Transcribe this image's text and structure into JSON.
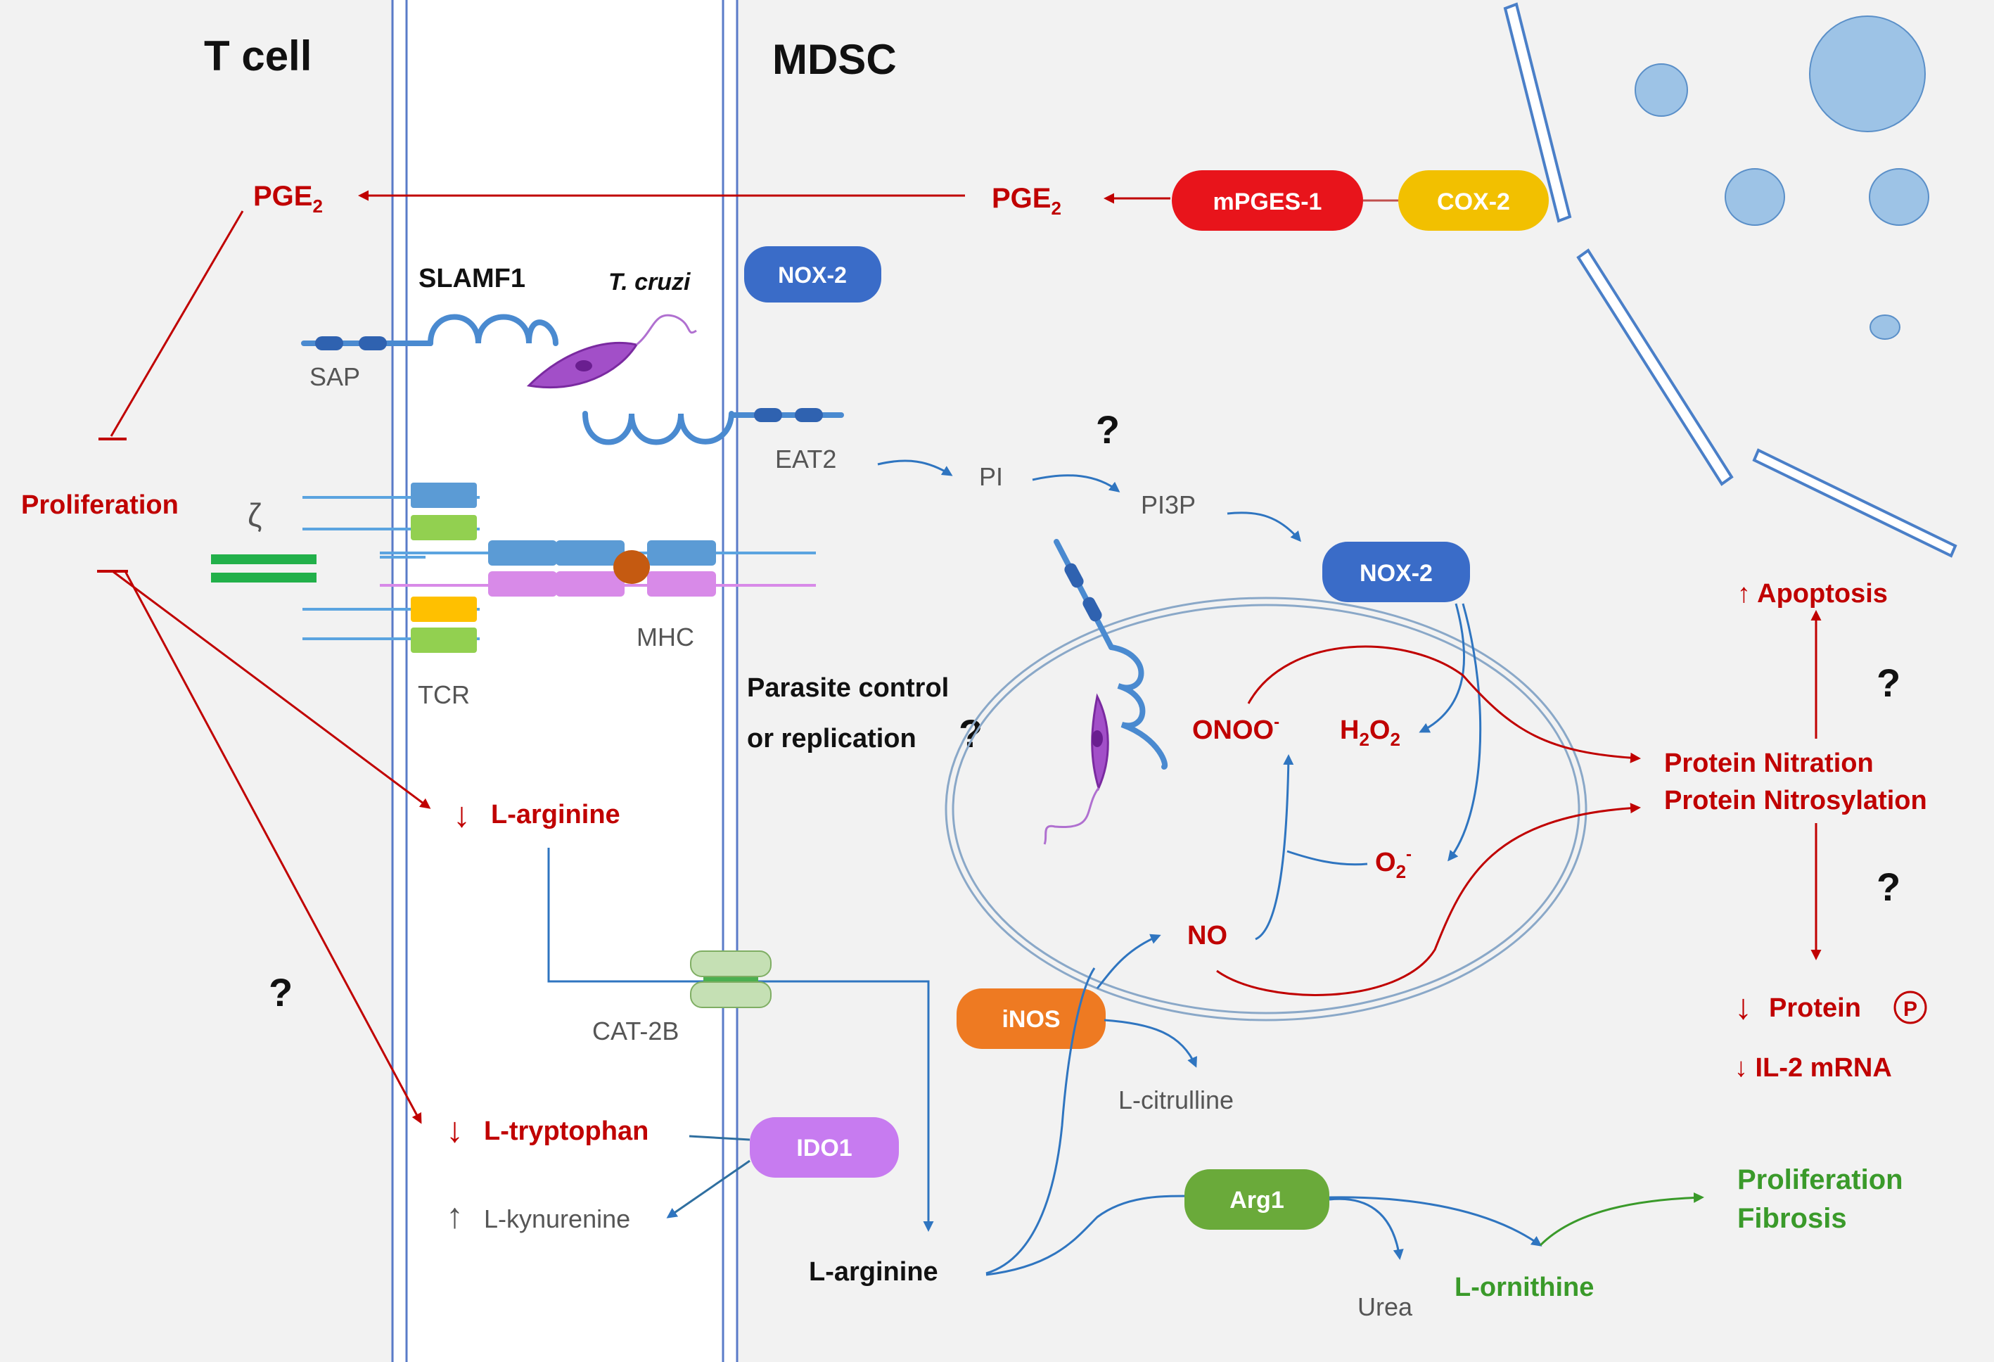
{
  "labels": {
    "t_cell": "T cell",
    "mdsc": "MDSC",
    "pge2_left": "PGE",
    "pge2_right": "PGE",
    "pge_sub": "2",
    "mpges1": "mPGES-1",
    "cox2": "COX-2",
    "nox2_top": "NOX-2",
    "nox2_mid": "NOX-2",
    "slamf1": "SLAMF1",
    "t_cruzi": "T. cruzi",
    "sap": "SAP",
    "eat2": "EAT2",
    "pi": "PI",
    "pi3p": "PI3P",
    "question": "?",
    "proliferation": "Proliferation",
    "zeta": "ζ",
    "mhc": "MHC",
    "tcr": "TCR",
    "parasite_control_1": "Parasite control",
    "parasite_control_2": "or replication",
    "onoo": "ONOO",
    "onoo_sup": "-",
    "h2o2_h": "H",
    "h2o2_2a": "2",
    "h2o2_o": "O",
    "h2o2_2b": "2",
    "o2_o": "O",
    "o2_sub": "2",
    "o2_sup": "-",
    "no": "NO",
    "apoptosis": "↑ Apoptosis",
    "protein_nitration": "Protein Nitration",
    "protein_nitrosylation": "Protein Nitrosylation",
    "down_arrow": "↓",
    "up_arrow": "↑",
    "l_arginine_tcell": "L-arginine",
    "cat2b": "CAT-2B",
    "inos": "iNOS",
    "l_citrulline": "L-citrulline",
    "protein_p": "Protein",
    "p_circle": "P",
    "il2_mrna": "↓ IL-2 mRNA",
    "l_tryptophan": "L-tryptophan",
    "ido1": "IDO1",
    "l_kynurenine": "L-kynurenine",
    "l_arginine_mdsc": "L-arginine",
    "arg1": "Arg1",
    "urea": "Urea",
    "l_ornithine": "L-ornithine",
    "proliferation_green": "Proliferation",
    "fibrosis": "Fibrosis"
  },
  "colors": {
    "red": "#c00000",
    "blue": "#2f75c0",
    "green": "#3a9a2a",
    "mpges1": "#e8141b",
    "cox2": "#f2c000",
    "nox2": "#3a6cc8",
    "inos": "#ee7a22",
    "ido1": "#c77bf0",
    "arg1": "#6aaa3a",
    "membrane": "#5a7bc8"
  },
  "icons": [
    "t-cruzi-parasite-icon",
    "vesicle-icon",
    "membrane-rod-icon",
    "cat-2b-transporter-icon"
  ]
}
